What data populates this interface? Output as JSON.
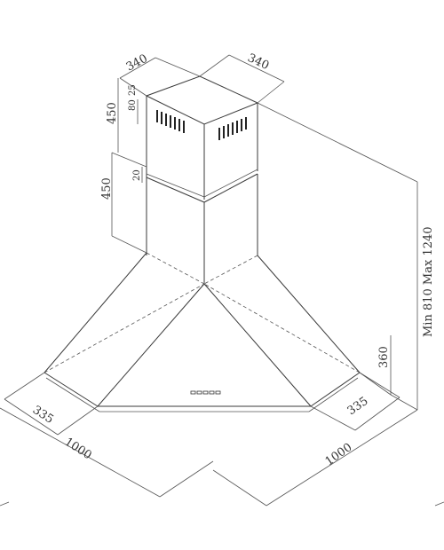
{
  "dimensions": {
    "chimney_depth": "340",
    "chimney_width": "340",
    "upper_height": "450",
    "lower_height": "450",
    "offset_80": "80",
    "offset_25": "25",
    "offset_20": "20",
    "hood_height": "360",
    "overall_height": "Min 810 Max 1240",
    "edge_left": "335",
    "edge_right": "335",
    "width_left": "1000",
    "width_right": "1000"
  }
}
